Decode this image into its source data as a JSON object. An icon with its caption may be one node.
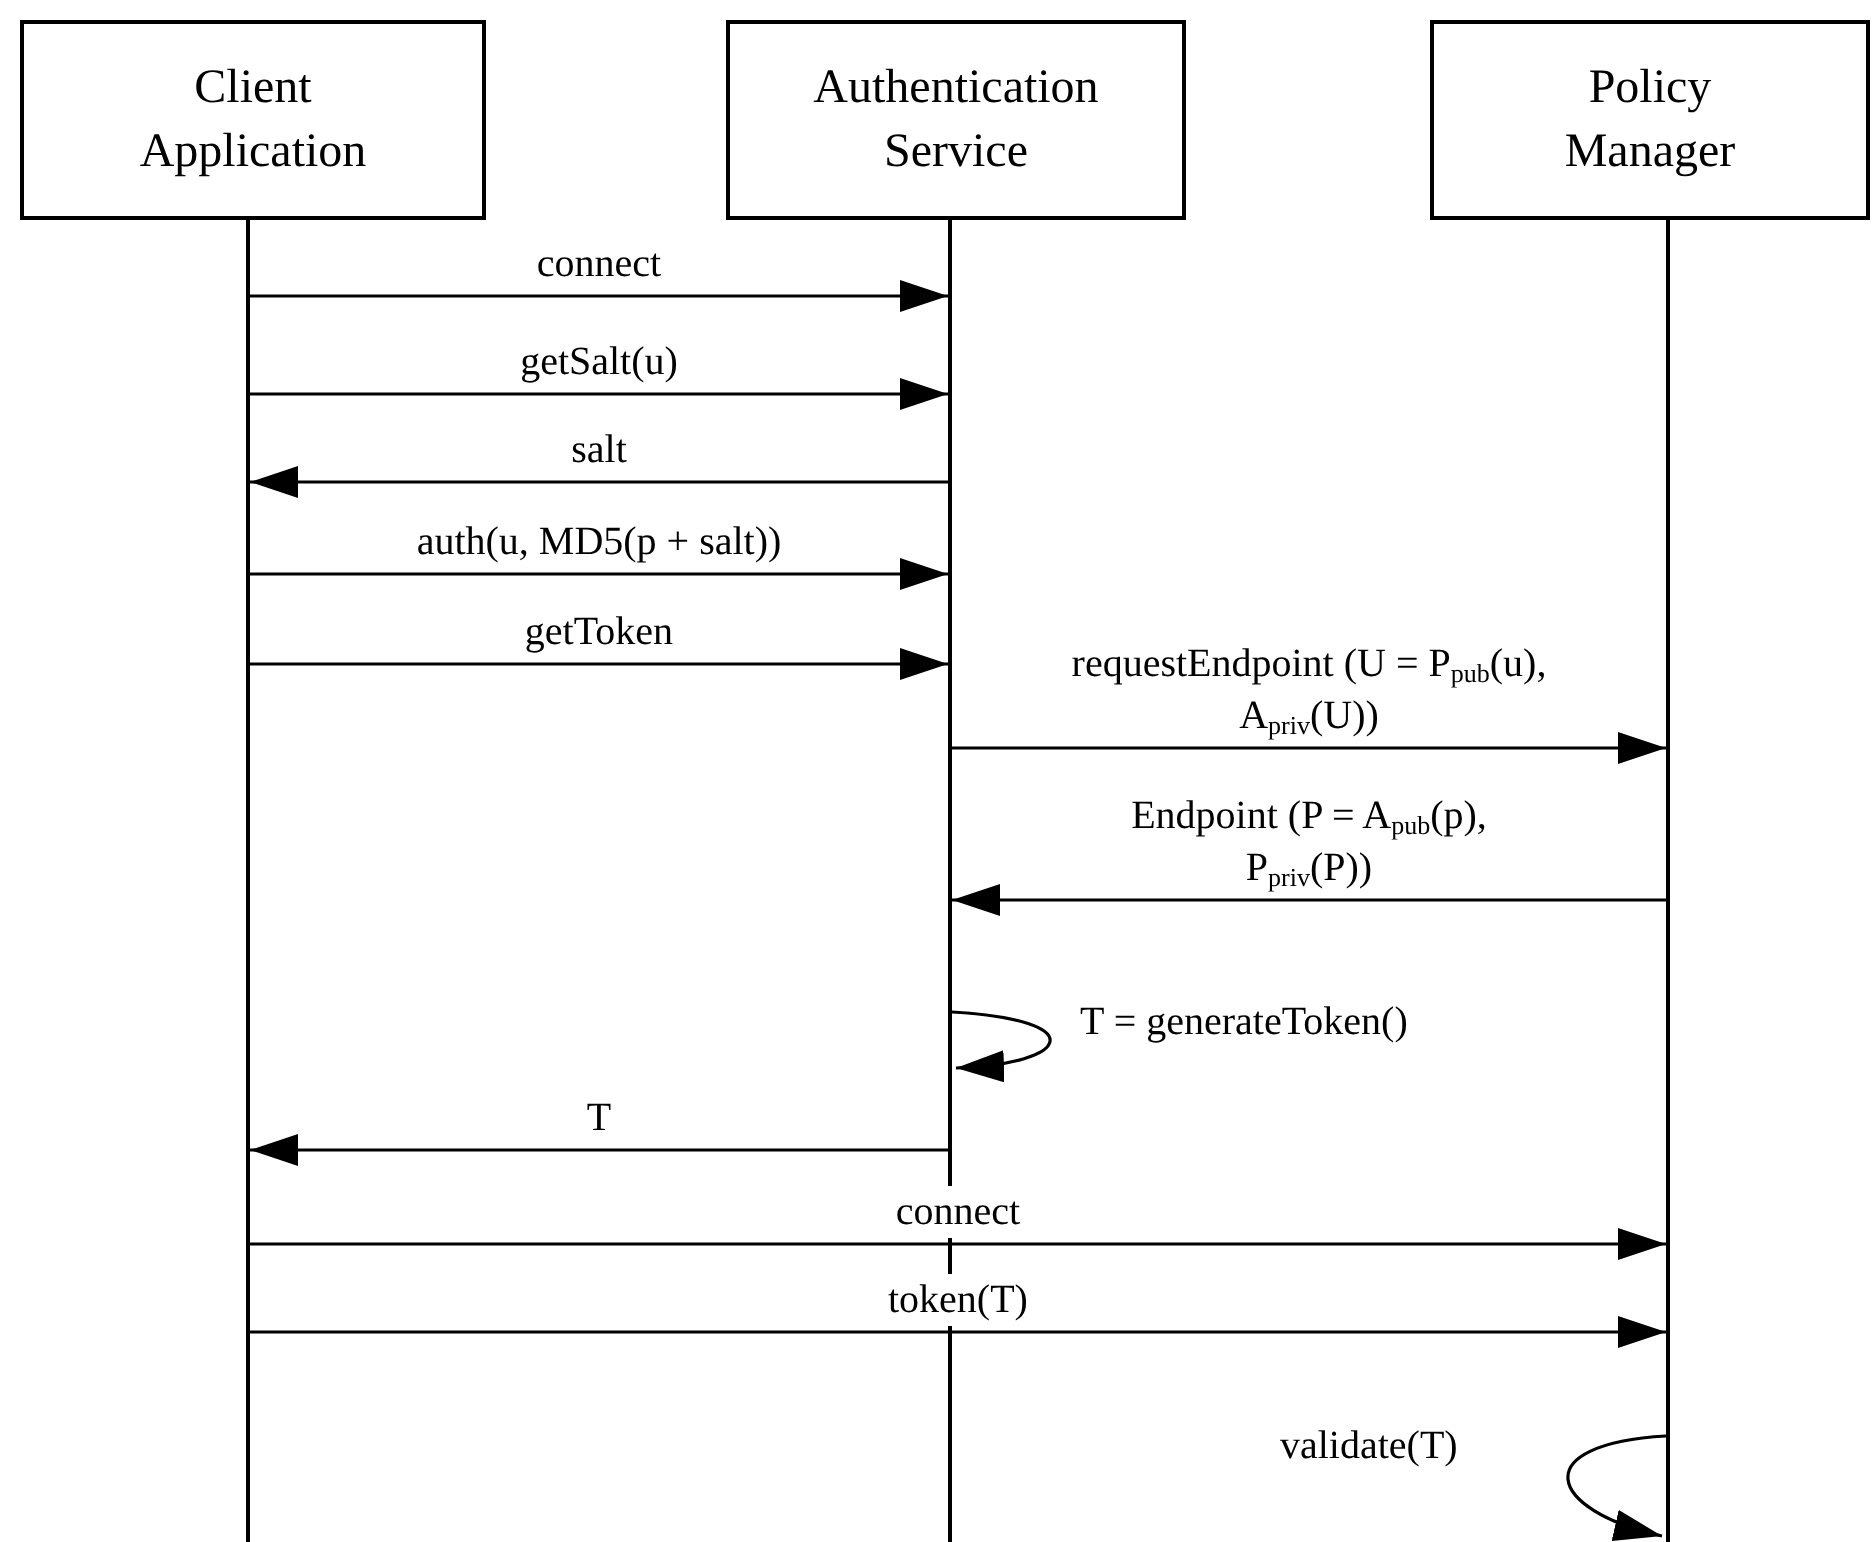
{
  "diagram": {
    "nodes": [
      {
        "text": [
          "Client Application"
        ]
      },
      {
        "text": [
          "Authentication Service"
        ]
      },
      {
        "text": [
          "Policy Manager"
        ]
      },
      {
        "text": [],
        "shape": "line"
      },
      {
        "text": [],
        "shape": "line"
      },
      {
        "text": [],
        "shape": "line"
      }
    ],
    "edges": [
      {
        "from": 3,
        "to": 4,
        "arrow": "to",
        "label": "connect"
      },
      {
        "from": 3,
        "to": 4,
        "arrow": "to",
        "label": "getSalt(u)"
      },
      {
        "from": 4,
        "to": 3,
        "arrow": "to",
        "label": "salt"
      },
      {
        "from": 3,
        "to": 4,
        "arrow": "to",
        "label": "auth(u, MD5(p + salt))"
      },
      {
        "from": 3,
        "to": 4,
        "arrow": "to",
        "label": "getToken"
      },
      {
        "from": 4,
        "to": 5,
        "arrow": "to",
        "label": "requestEndpoint (U = P$_{pub}$(u), A$_{priv}$(U))"
      },
      {
        "from": 5,
        "to": 4,
        "arrow": "to",
        "label": "Endpoint (P = A$_{pub}$(p), P$_{priv}$(P))"
      },
      {
        "from": 4,
        "to": 4,
        "arrow": "to",
        "label": "T = generateToken()"
      },
      {
        "from": 4,
        "to": 3,
        "arrow": "to",
        "label": "T"
      },
      {
        "from": 3,
        "to": 5,
        "arrow": "to",
        "label": "connect"
      },
      {
        "from": 3,
        "to": 5,
        "arrow": "to",
        "label": "token(T)"
      },
      {
        "from": 5,
        "to": 5,
        "arrow": "to",
        "label": "validate(T)"
      }
    ]
  }
}
